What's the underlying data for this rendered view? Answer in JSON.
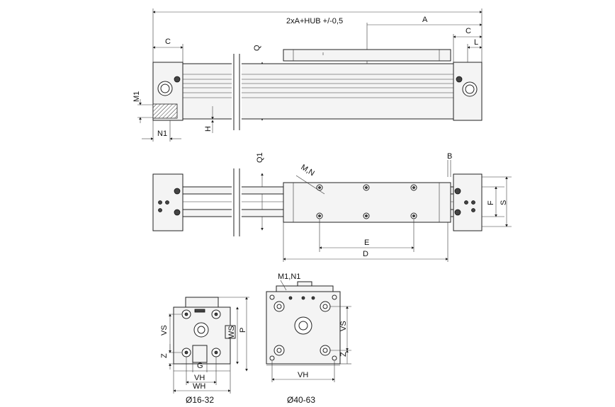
{
  "top_view": {
    "stroke_note": "2xA+HUB +/-0,5",
    "labels": {
      "A": "A",
      "C_left": "C",
      "C_right": "C",
      "L": "L",
      "Q": "Q",
      "M1": "M1",
      "N1": "N1",
      "H": "H"
    }
  },
  "front_view": {
    "labels": {
      "Q1": "Q1",
      "MN": "M,N",
      "B": "B",
      "F": "F",
      "S": "S",
      "E": "E",
      "D": "D"
    }
  },
  "end_views": {
    "small": {
      "caption": "Ø16-32",
      "labels": {
        "VS": "VS",
        "WS": "WS",
        "P": "P",
        "Z": "Z",
        "G": "G",
        "VH": "VH",
        "WH": "WH"
      }
    },
    "large": {
      "caption": "Ø40-63",
      "labels": {
        "M1N1": "M1,N1",
        "VS": "VS",
        "Z": "Z",
        "VH": "VH"
      }
    }
  }
}
